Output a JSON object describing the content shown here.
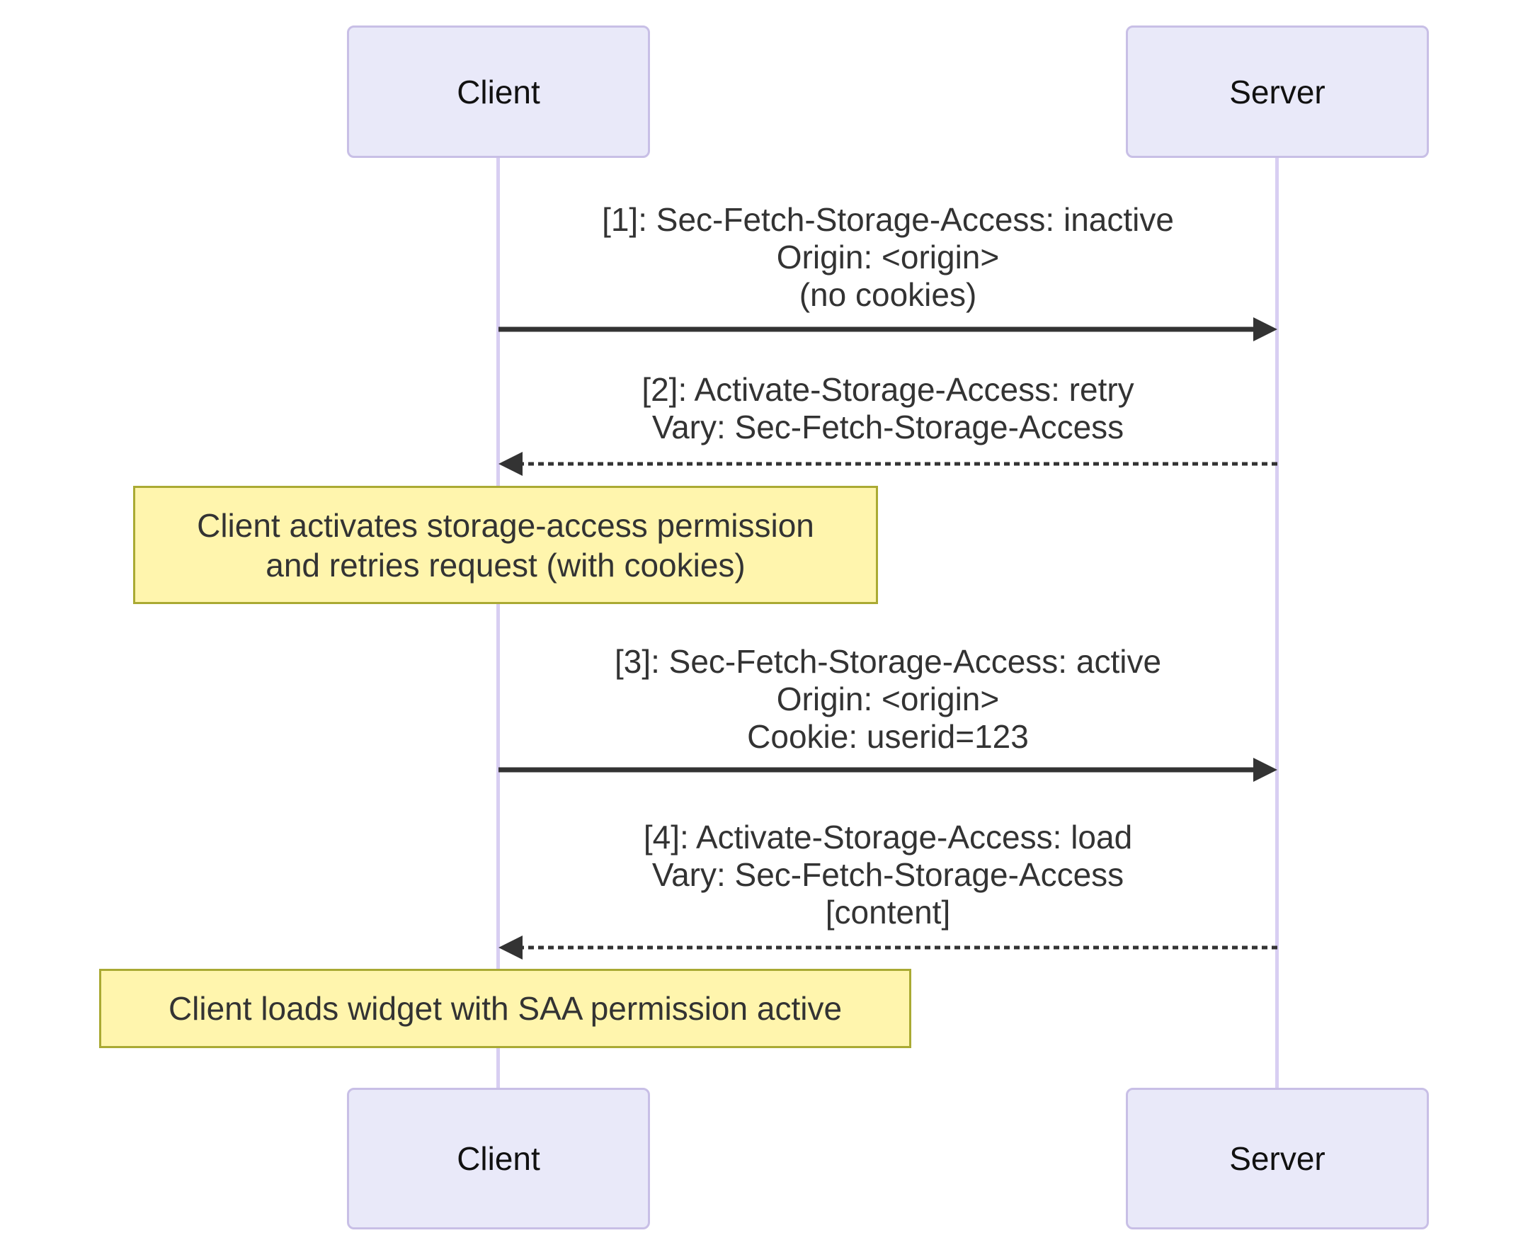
{
  "diagram": {
    "type": "sequence-diagram",
    "actors": [
      {
        "id": "client",
        "label": "Client"
      },
      {
        "id": "server",
        "label": "Server"
      }
    ],
    "messages": [
      {
        "seq": "1",
        "from": "Client",
        "to": "Server",
        "line_style": "solid",
        "direction": "right",
        "lines": [
          "[1]: Sec-Fetch-Storage-Access: inactive",
          "Origin: <origin>",
          "(no cookies)"
        ]
      },
      {
        "seq": "2",
        "from": "Server",
        "to": "Client",
        "line_style": "dashed",
        "direction": "left",
        "lines": [
          "[2]: Activate-Storage-Access: retry",
          "Vary: Sec-Fetch-Storage-Access"
        ]
      },
      {
        "seq": "3",
        "from": "Client",
        "to": "Server",
        "line_style": "solid",
        "direction": "right",
        "lines": [
          "[3]: Sec-Fetch-Storage-Access: active",
          "Origin: <origin>",
          "Cookie: userid=123"
        ]
      },
      {
        "seq": "4",
        "from": "Server",
        "to": "Client",
        "line_style": "dashed",
        "direction": "left",
        "lines": [
          "[4]: Activate-Storage-Access: load",
          "Vary: Sec-Fetch-Storage-Access",
          "[content]"
        ]
      }
    ],
    "notes": [
      {
        "over": "Client",
        "lines": [
          "Client activates storage-access permission",
          "and retries request (with cookies)"
        ]
      },
      {
        "over": "Client",
        "lines": [
          "Client loads widget with SAA permission active"
        ]
      }
    ],
    "colors": {
      "background": "#FFFFFF",
      "actor_fill": "#E9E9F9",
      "actor_border": "#C8BFE6",
      "lifeline": "#D8CEF2",
      "arrow": "#333333",
      "message_text": "#333333",
      "note_fill": "#FFF5AD",
      "note_border": "#AAAA33",
      "note_text": "#333333"
    }
  }
}
